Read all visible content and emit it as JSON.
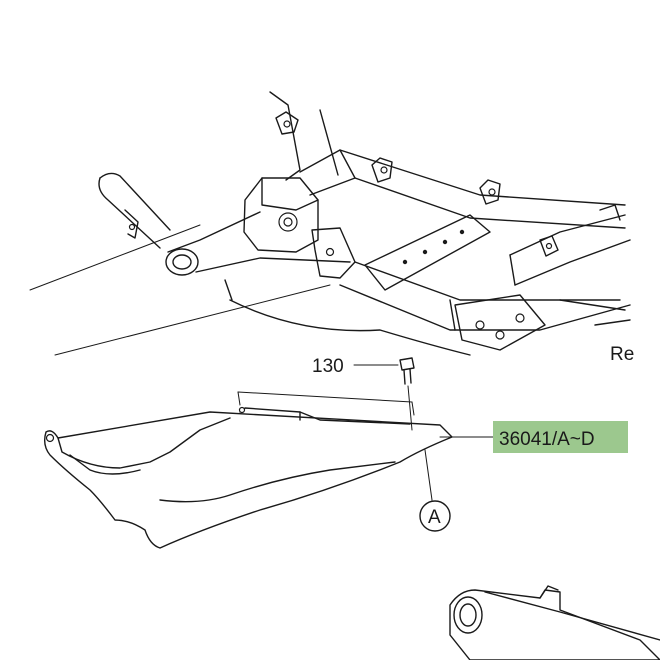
{
  "diagram": {
    "labels": {
      "bolt_ref": "130",
      "part_ref": "36041/A~D",
      "view_marker": "A",
      "edge_text": "Re"
    },
    "highlight_color": "#9cc88e"
  }
}
